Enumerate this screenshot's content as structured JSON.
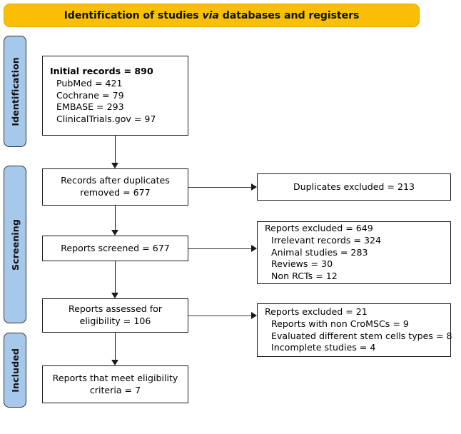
{
  "header": {
    "prefix": "Identification of studies ",
    "emphasis": "via",
    "suffix": " databases and registers"
  },
  "stages": [
    {
      "key": "identification",
      "label": "Identification"
    },
    {
      "key": "screening",
      "label": "Screening"
    },
    {
      "key": "included",
      "label": "Included"
    }
  ],
  "flow": {
    "initial_records": {
      "title": "Initial records = 890",
      "sources": [
        "PubMed = 421",
        "Cochrane = 79",
        "EMBASE = 293",
        "ClinicalTrials.gov = 97"
      ]
    },
    "after_duplicates": {
      "line1": "Records after duplicates",
      "line2": "removed = 677"
    },
    "reports_screened": {
      "line1": "Reports screened = 677"
    },
    "reports_assessed": {
      "line1": "Reports assessed for",
      "line2": "eligibility = 106"
    },
    "reports_included": {
      "line1": "Reports that meet eligibility",
      "line2": "criteria = 7"
    }
  },
  "exclusions": {
    "duplicates": {
      "title": "Duplicates excluded = 213"
    },
    "screening": {
      "title": "Reports excluded = 649",
      "reasons": [
        "Irrelevant records = 324",
        "Animal studies = 283",
        "Reviews = 30",
        "Non RCTs = 12"
      ]
    },
    "eligibility": {
      "title": "Reports excluded = 21",
      "reasons": [
        "Reports with non CroMSCs = 9",
        "Evaluated different stem cells types = 8",
        "Incomplete studies = 4"
      ]
    }
  },
  "colors": {
    "banner": "#FBBE07",
    "stage": "#A6C8EA",
    "box_border": "#1a1a1a",
    "background": "#ffffff"
  }
}
